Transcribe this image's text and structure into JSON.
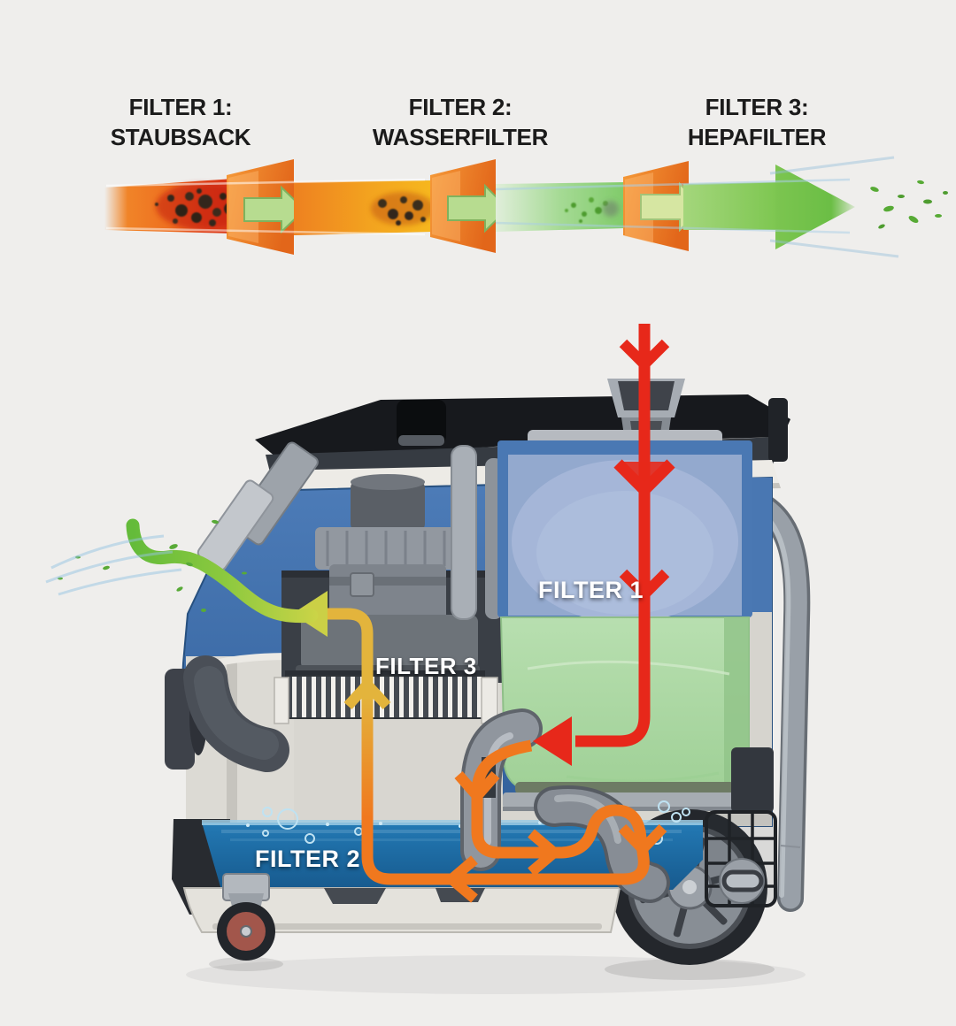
{
  "header": {
    "stages": [
      {
        "line1": "FILTER 1:",
        "line2": "STAUBSACK"
      },
      {
        "line1": "FILTER 2:",
        "line2": "WASSERFILTER"
      },
      {
        "line1": "FILTER 3:",
        "line2": "HEPAFILTER"
      }
    ]
  },
  "machine": {
    "labels": {
      "filter1": "FILTER 1",
      "filter2": "FILTER 2",
      "filter3": "FILTER 3"
    }
  },
  "airflow": {
    "intake_color": "#e7281a",
    "after_filter1_color": "#f0781e",
    "after_filter2_color": "#e3b43c",
    "exhaust_color": "#64bb3a",
    "funnel_color": "#e2661a",
    "water_color": "#1e6fa8",
    "machine_body_color": "#3f6da6",
    "background_color": "#efeeec",
    "header_text_color": "#1b1b1b",
    "machine_label_color": "#ffffff"
  }
}
